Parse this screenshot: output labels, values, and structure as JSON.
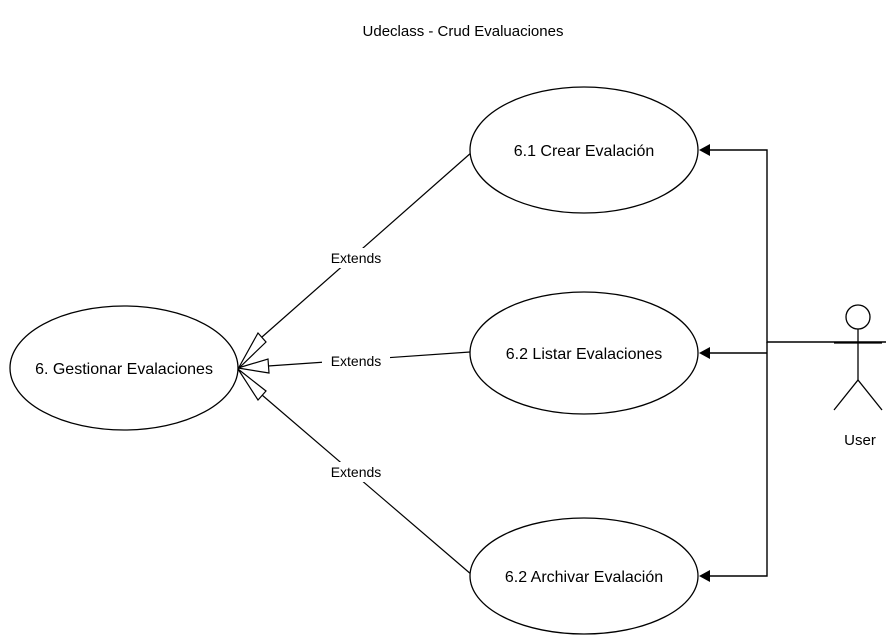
{
  "diagram": {
    "title": "Udeclass - Crud Evaluaciones",
    "use_cases": {
      "main": "6. Gestionar Evalaciones",
      "crear": "6.1 Crear Evalación",
      "listar": "6.2 Listar Evalaciones",
      "archivar": "6.2 Archivar Evalación"
    },
    "relations": {
      "extend_crear": "Extends",
      "extend_listar": "Extends",
      "extend_archivar": "Extends"
    },
    "actor": {
      "name": "User"
    }
  }
}
